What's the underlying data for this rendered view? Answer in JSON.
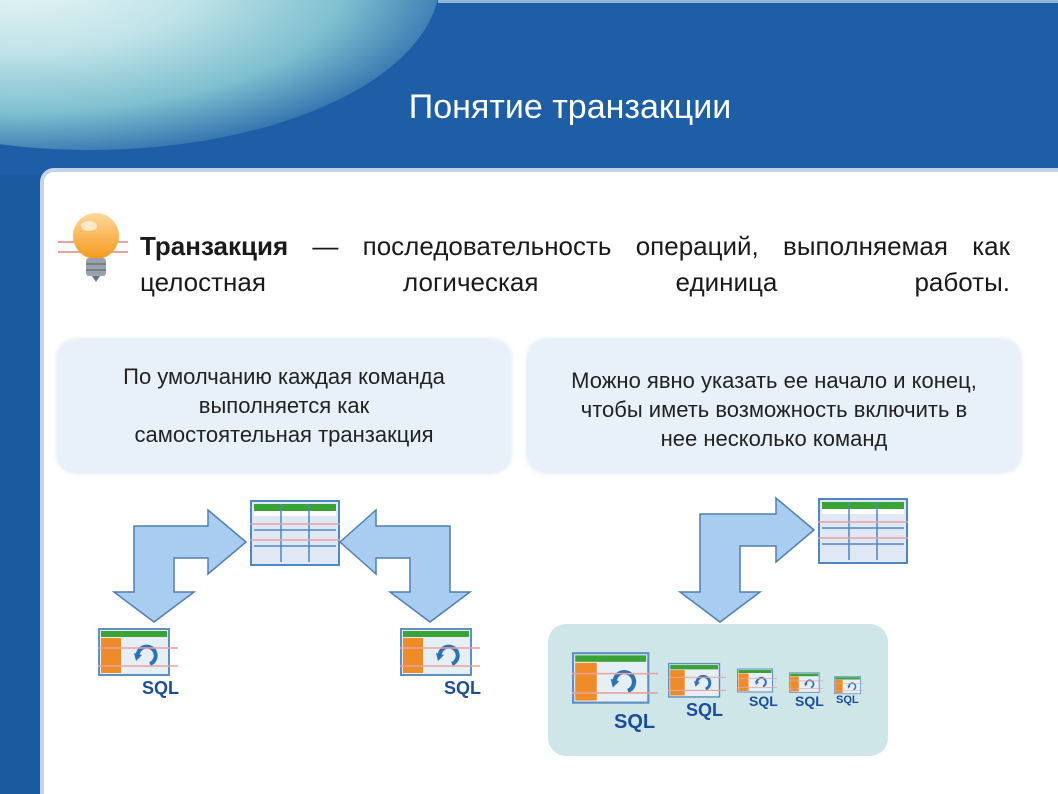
{
  "slide": {
    "title": "Понятие транзакции",
    "definition": {
      "term": "Транзакция",
      "text": " — последовательность операций, выполняемая как целостная логическая единица работы."
    },
    "bubbles": {
      "left": [
        "По умолчанию каждая команда",
        "выполняется как",
        "самостоятельная транзакция"
      ],
      "right": [
        "Можно явно указать ее начало и конец,",
        "чтобы иметь возможность включить в",
        "нее несколько команд"
      ]
    },
    "sql_label": "SQL",
    "colors": {
      "header": "#1e5ea6",
      "background": "#1b5a9e",
      "bubble": "#e8f1fa",
      "arrow": "#a8cdf0",
      "sql_text": "#1b4e9a"
    },
    "icons": [
      "lightbulb-icon",
      "database-table-icon",
      "sql-command-icon",
      "arrow-icon"
    ]
  }
}
